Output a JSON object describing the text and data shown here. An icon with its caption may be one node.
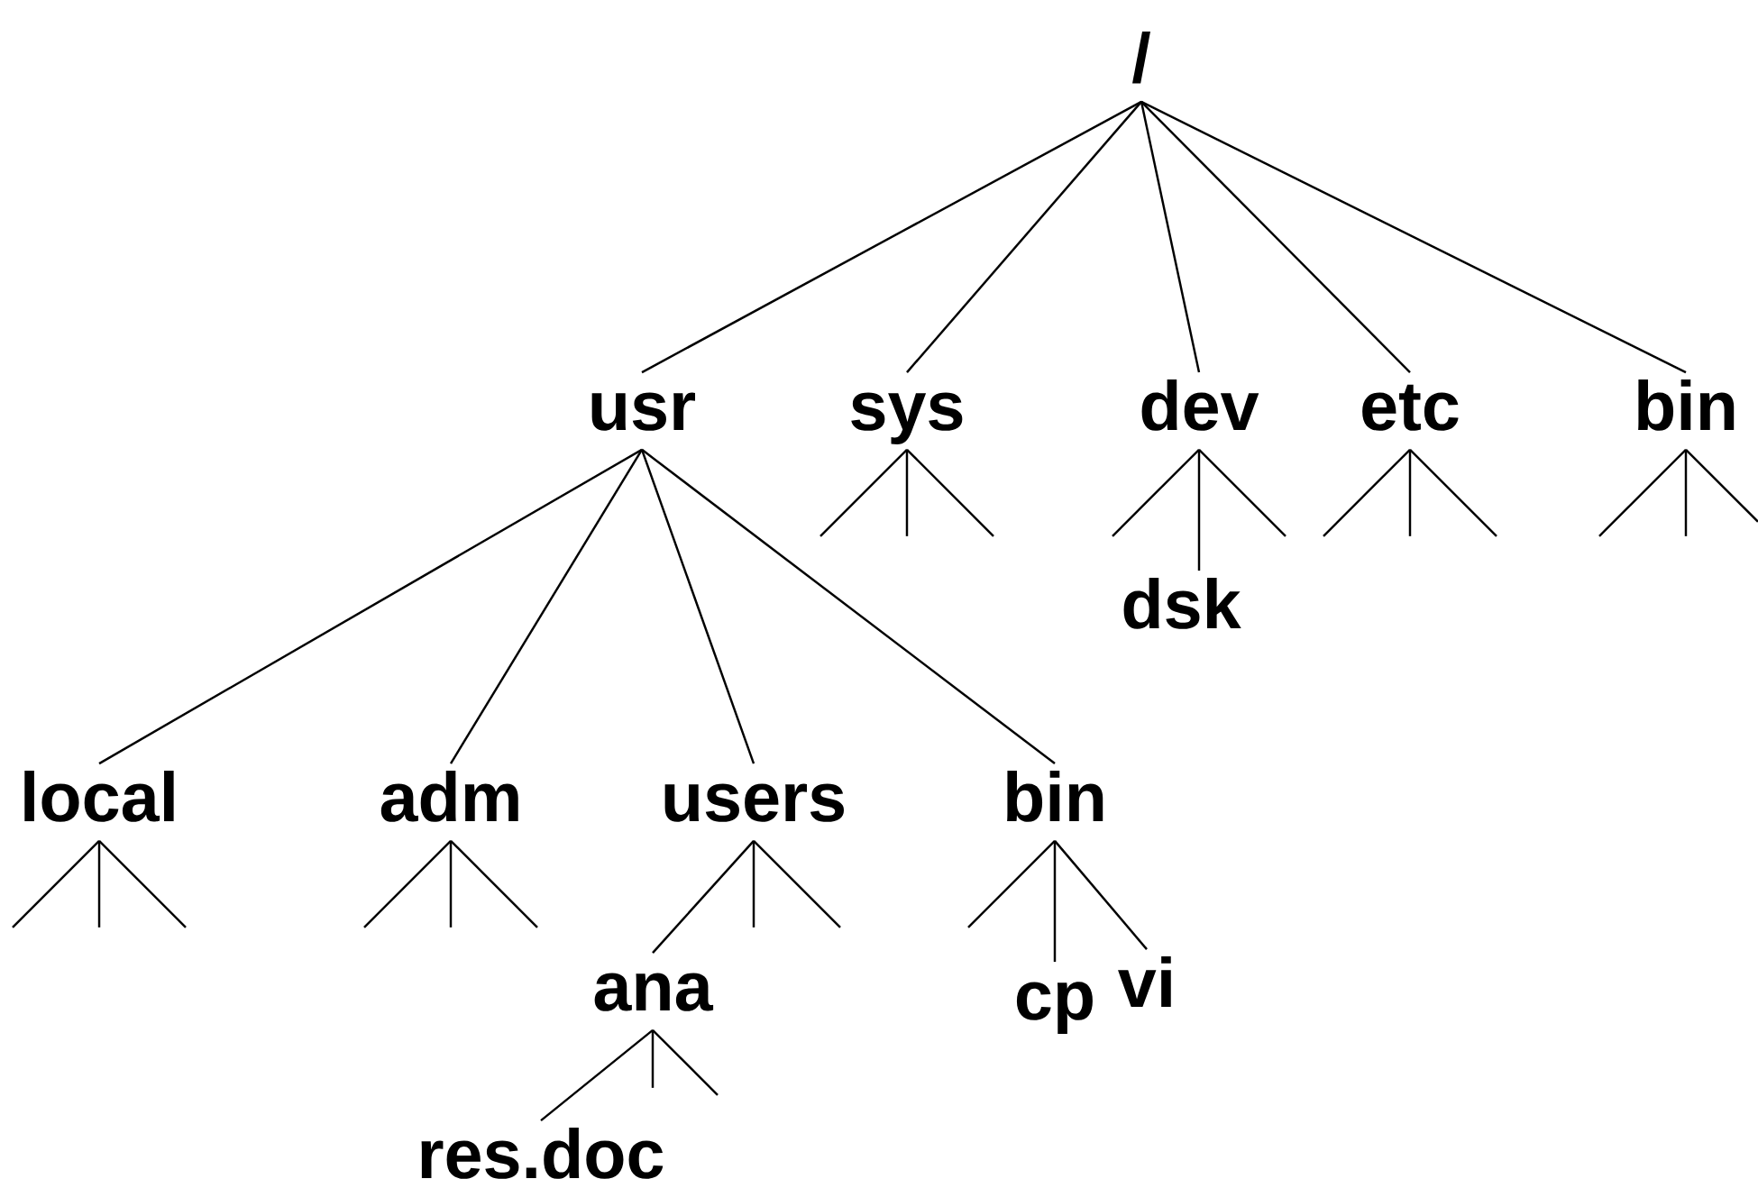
{
  "diagram": {
    "nodes": [
      {
        "text": [
          "/"
        ]
      },
      {
        "text": [
          "usr"
        ]
      },
      {
        "text": [
          "sys"
        ]
      },
      {
        "text": [
          "dev"
        ]
      },
      {
        "text": [
          "etc"
        ]
      },
      {
        "text": [
          "bin"
        ]
      },
      {
        "text": [
          "dsk"
        ]
      },
      {
        "text": [
          "local"
        ]
      },
      {
        "text": [
          "adm"
        ]
      },
      {
        "text": [
          "users"
        ]
      },
      {
        "text": [
          "bin"
        ]
      },
      {
        "text": [
          "ana"
        ]
      },
      {
        "text": [
          "cp"
        ]
      },
      {
        "text": [
          "vi"
        ]
      },
      {
        "text": [
          "res.doc"
        ]
      }
    ],
    "edges": [
      {
        "from": 0,
        "to": 1,
        "arrow": "none"
      },
      {
        "from": 0,
        "to": 2,
        "arrow": "none"
      },
      {
        "from": 0,
        "to": 3,
        "arrow": "none"
      },
      {
        "from": 0,
        "to": 4,
        "arrow": "none"
      },
      {
        "from": 0,
        "to": 5,
        "arrow": "none"
      },
      {
        "from": 1,
        "to": 7,
        "arrow": "none"
      },
      {
        "from": 1,
        "to": 8,
        "arrow": "none"
      },
      {
        "from": 1,
        "to": 9,
        "arrow": "none"
      },
      {
        "from": 1,
        "to": 10,
        "arrow": "none"
      },
      {
        "from": 2,
        "to": null,
        "arrow": "none"
      },
      {
        "from": 2,
        "to": null,
        "arrow": "none"
      },
      {
        "from": 2,
        "to": null,
        "arrow": "none"
      },
      {
        "from": 3,
        "to": null,
        "arrow": "none"
      },
      {
        "from": 3,
        "to": 6,
        "arrow": "none"
      },
      {
        "from": 3,
        "to": null,
        "arrow": "none"
      },
      {
        "from": 4,
        "to": null,
        "arrow": "none"
      },
      {
        "from": 4,
        "to": null,
        "arrow": "none"
      },
      {
        "from": 4,
        "to": null,
        "arrow": "none"
      },
      {
        "from": 5,
        "to": null,
        "arrow": "none"
      },
      {
        "from": 5,
        "to": null,
        "arrow": "none"
      },
      {
        "from": 5,
        "to": null,
        "arrow": "none"
      },
      {
        "from": 7,
        "to": null,
        "arrow": "none"
      },
      {
        "from": 7,
        "to": null,
        "arrow": "none"
      },
      {
        "from": 7,
        "to": null,
        "arrow": "none"
      },
      {
        "from": 8,
        "to": null,
        "arrow": "none"
      },
      {
        "from": 8,
        "to": null,
        "arrow": "none"
      },
      {
        "from": 8,
        "to": null,
        "arrow": "none"
      },
      {
        "from": 9,
        "to": 11,
        "arrow": "none"
      },
      {
        "from": 9,
        "to": null,
        "arrow": "none"
      },
      {
        "from": 9,
        "to": null,
        "arrow": "none"
      },
      {
        "from": 10,
        "to": null,
        "arrow": "none"
      },
      {
        "from": 10,
        "to": 12,
        "arrow": "none"
      },
      {
        "from": 10,
        "to": 13,
        "arrow": "none"
      },
      {
        "from": 11,
        "to": 14,
        "arrow": "none"
      },
      {
        "from": 11,
        "to": null,
        "arrow": "none"
      },
      {
        "from": 11,
        "to": null,
        "arrow": "none"
      }
    ]
  }
}
